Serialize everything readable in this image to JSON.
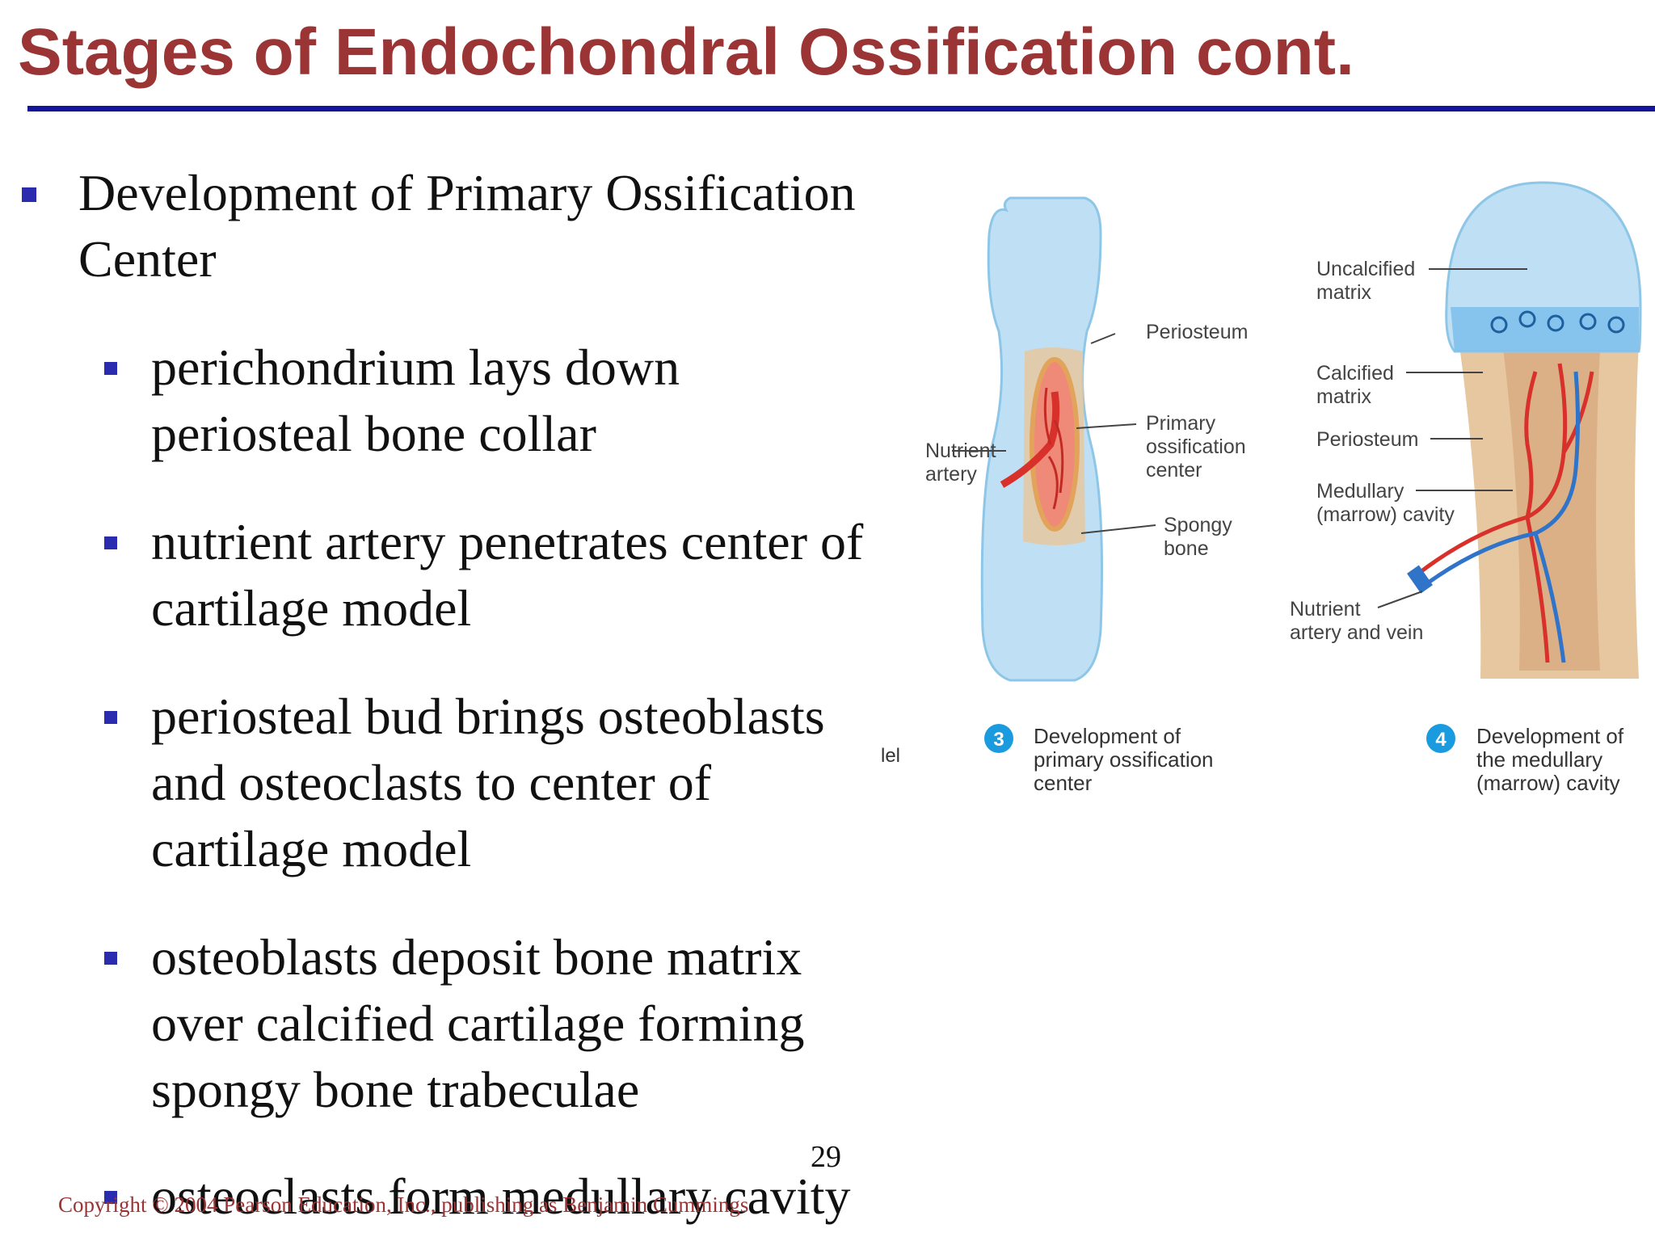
{
  "title": "Stages of Endochondral Ossification cont.",
  "bullets": [
    {
      "level": 1,
      "lines": [
        "Development of Primary Ossification",
        "Center"
      ]
    },
    {
      "level": 2,
      "lines": [
        "perichondrium lays down",
        "periosteal bone collar"
      ]
    },
    {
      "level": 2,
      "lines": [
        "nutrient artery penetrates center of",
        "cartilage model"
      ]
    },
    {
      "level": 2,
      "lines": [
        "periosteal bud brings osteoblasts",
        "and osteoclasts to center of",
        "cartilage model"
      ]
    },
    {
      "level": 2,
      "lines": [
        "osteoblasts deposit bone matrix",
        "over calcified cartilage forming",
        "spongy bone trabeculae"
      ]
    },
    {
      "level": 2,
      "lines": [
        "osteoclasts form medullary cavity"
      ]
    }
  ],
  "stray_text": "lel",
  "slide_number": "29",
  "copyright": "Copyright © 2004 Pearson Education, Inc., publishing as Benjamin Cummings",
  "figure": {
    "panel3": {
      "step": "3",
      "caption": [
        "Development of",
        "primary ossification",
        "center"
      ],
      "labels": {
        "periosteum": "Periosteum",
        "primary": [
          "Primary",
          "ossification",
          "center"
        ],
        "nutrient": [
          "Nutrient",
          "artery"
        ],
        "spongy": [
          "Spongy",
          "bone"
        ]
      }
    },
    "panel4": {
      "step": "4",
      "caption": [
        "Development of",
        "the medullary",
        "(marrow) cavity"
      ],
      "labels": {
        "uncalcified": [
          "Uncalcified",
          "matrix"
        ],
        "calcified": [
          "Calcified",
          "matrix"
        ],
        "periosteum": "Periosteum",
        "medullary": [
          "Medullary",
          "(marrow) cavity"
        ],
        "nutrient": [
          "Nutrient",
          "artery and vein"
        ]
      }
    },
    "colors": {
      "cartilage": "#bfe0f4",
      "cartilage_edge": "#8ec6e8",
      "bone_tan": "#e6c7a0",
      "artery": "#d8312b",
      "vein": "#2f74c8",
      "step_badge": "#1a9be0"
    }
  }
}
